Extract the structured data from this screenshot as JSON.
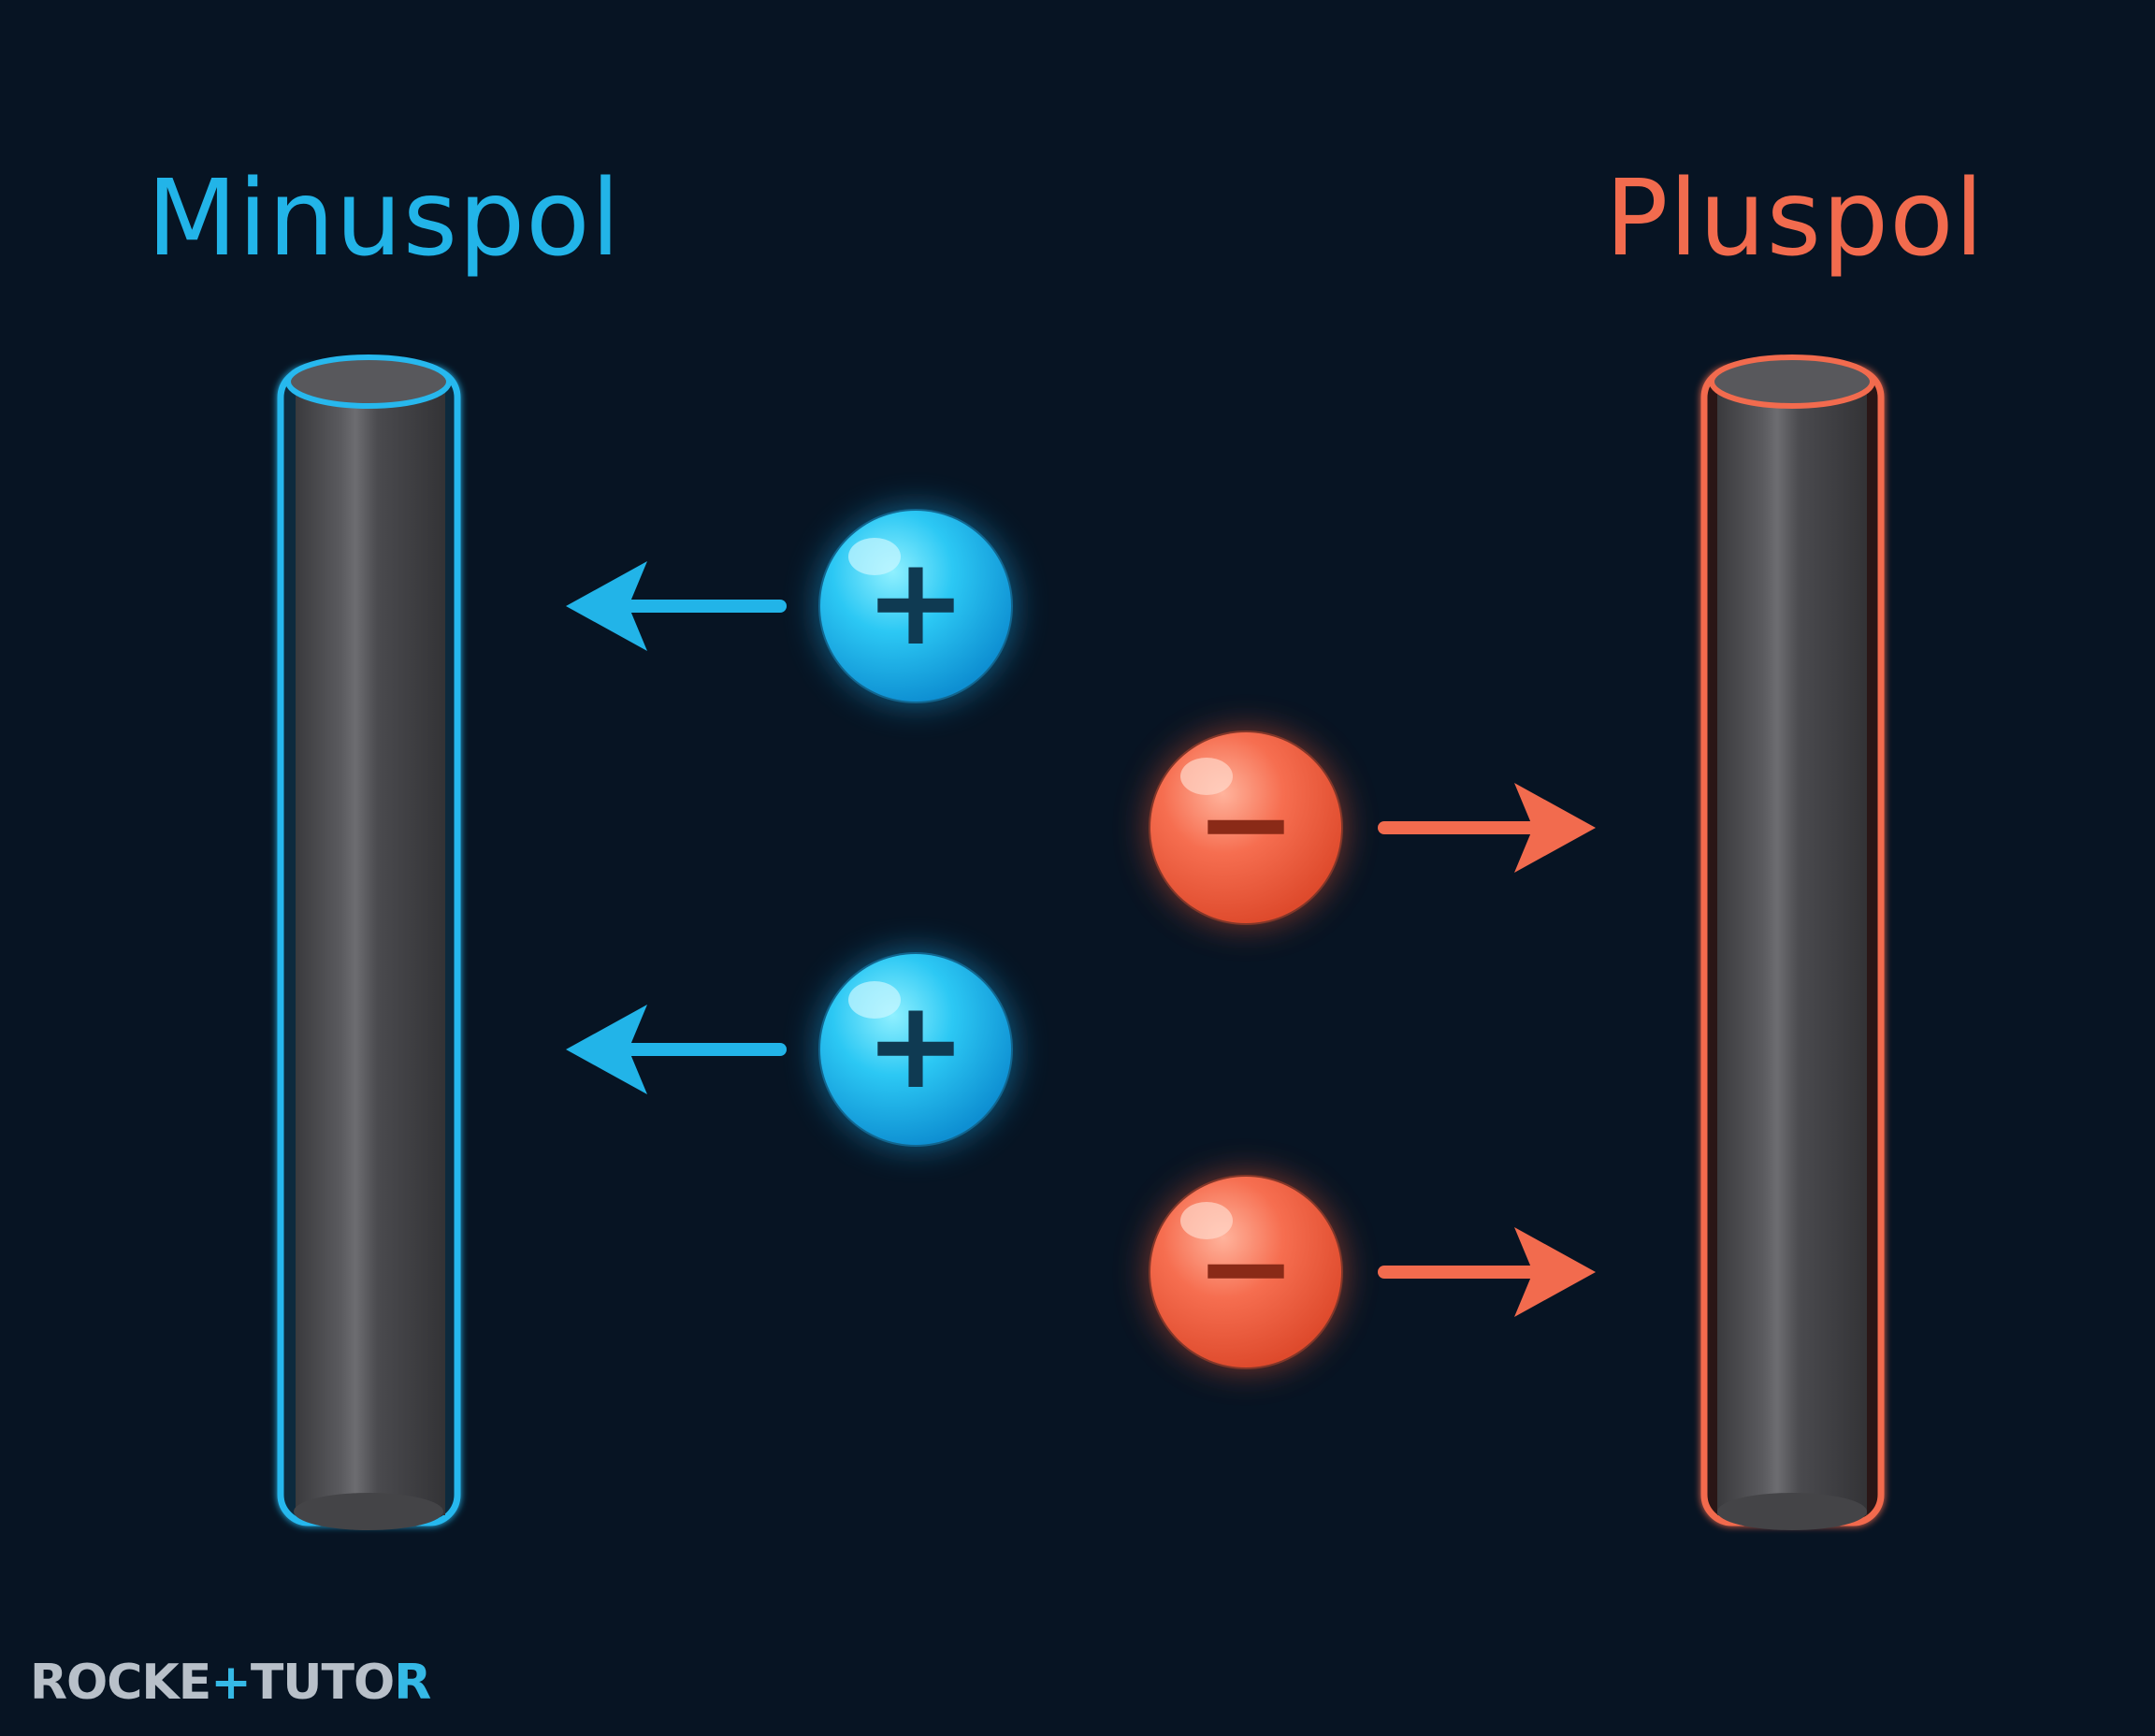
{
  "labels": {
    "left_pole": "Minuspol",
    "right_pole": "Pluspol"
  },
  "brand": {
    "part1": "ROCKE",
    "part2": "+",
    "part3": "TUTO",
    "part4": "R"
  },
  "particles": {
    "cation_symbol": "+",
    "anion_symbol": "−"
  },
  "colors": {
    "background": "#071423",
    "cathode_accent": "#22b4e8",
    "anode_accent": "#f26b4e",
    "electrode_body": "#4b4b4f",
    "cation_fill": "#29c4f2",
    "anion_fill": "#f5704f"
  },
  "icons": {
    "cation": "positive-ion-icon",
    "anion": "negative-ion-icon",
    "arrow_left": "arrow-left-icon",
    "arrow_right": "arrow-right-icon"
  }
}
